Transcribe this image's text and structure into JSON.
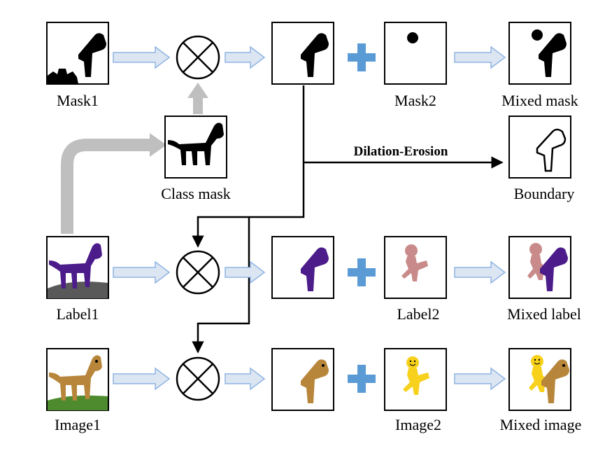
{
  "labels": {
    "mask1": "Mask1",
    "class_mask": "Class mask",
    "mask2": "Mask2",
    "mixed_mask": "Mixed mask",
    "boundary": "Boundary",
    "label1": "Label1",
    "label2": "Label2",
    "mixed_label": "Mixed label",
    "image1": "Image1",
    "image2": "Image2",
    "mixed_image": "Mixed image",
    "dilation_erosion": "Dilation-Erosion"
  },
  "colors": {
    "arrow_fill": "#DCE6F2",
    "arrow_stroke": "#8EB4E3",
    "plus": "#5B9BD5",
    "gray_arrow": "#BFBFBF",
    "label_purple": "#4B1C8A",
    "label2_pink": "#C98A8A",
    "image_brown": "#B8863B",
    "image_ground": "#4E8B2E",
    "label_ground": "#595959",
    "yellow": "#F7D11B"
  }
}
